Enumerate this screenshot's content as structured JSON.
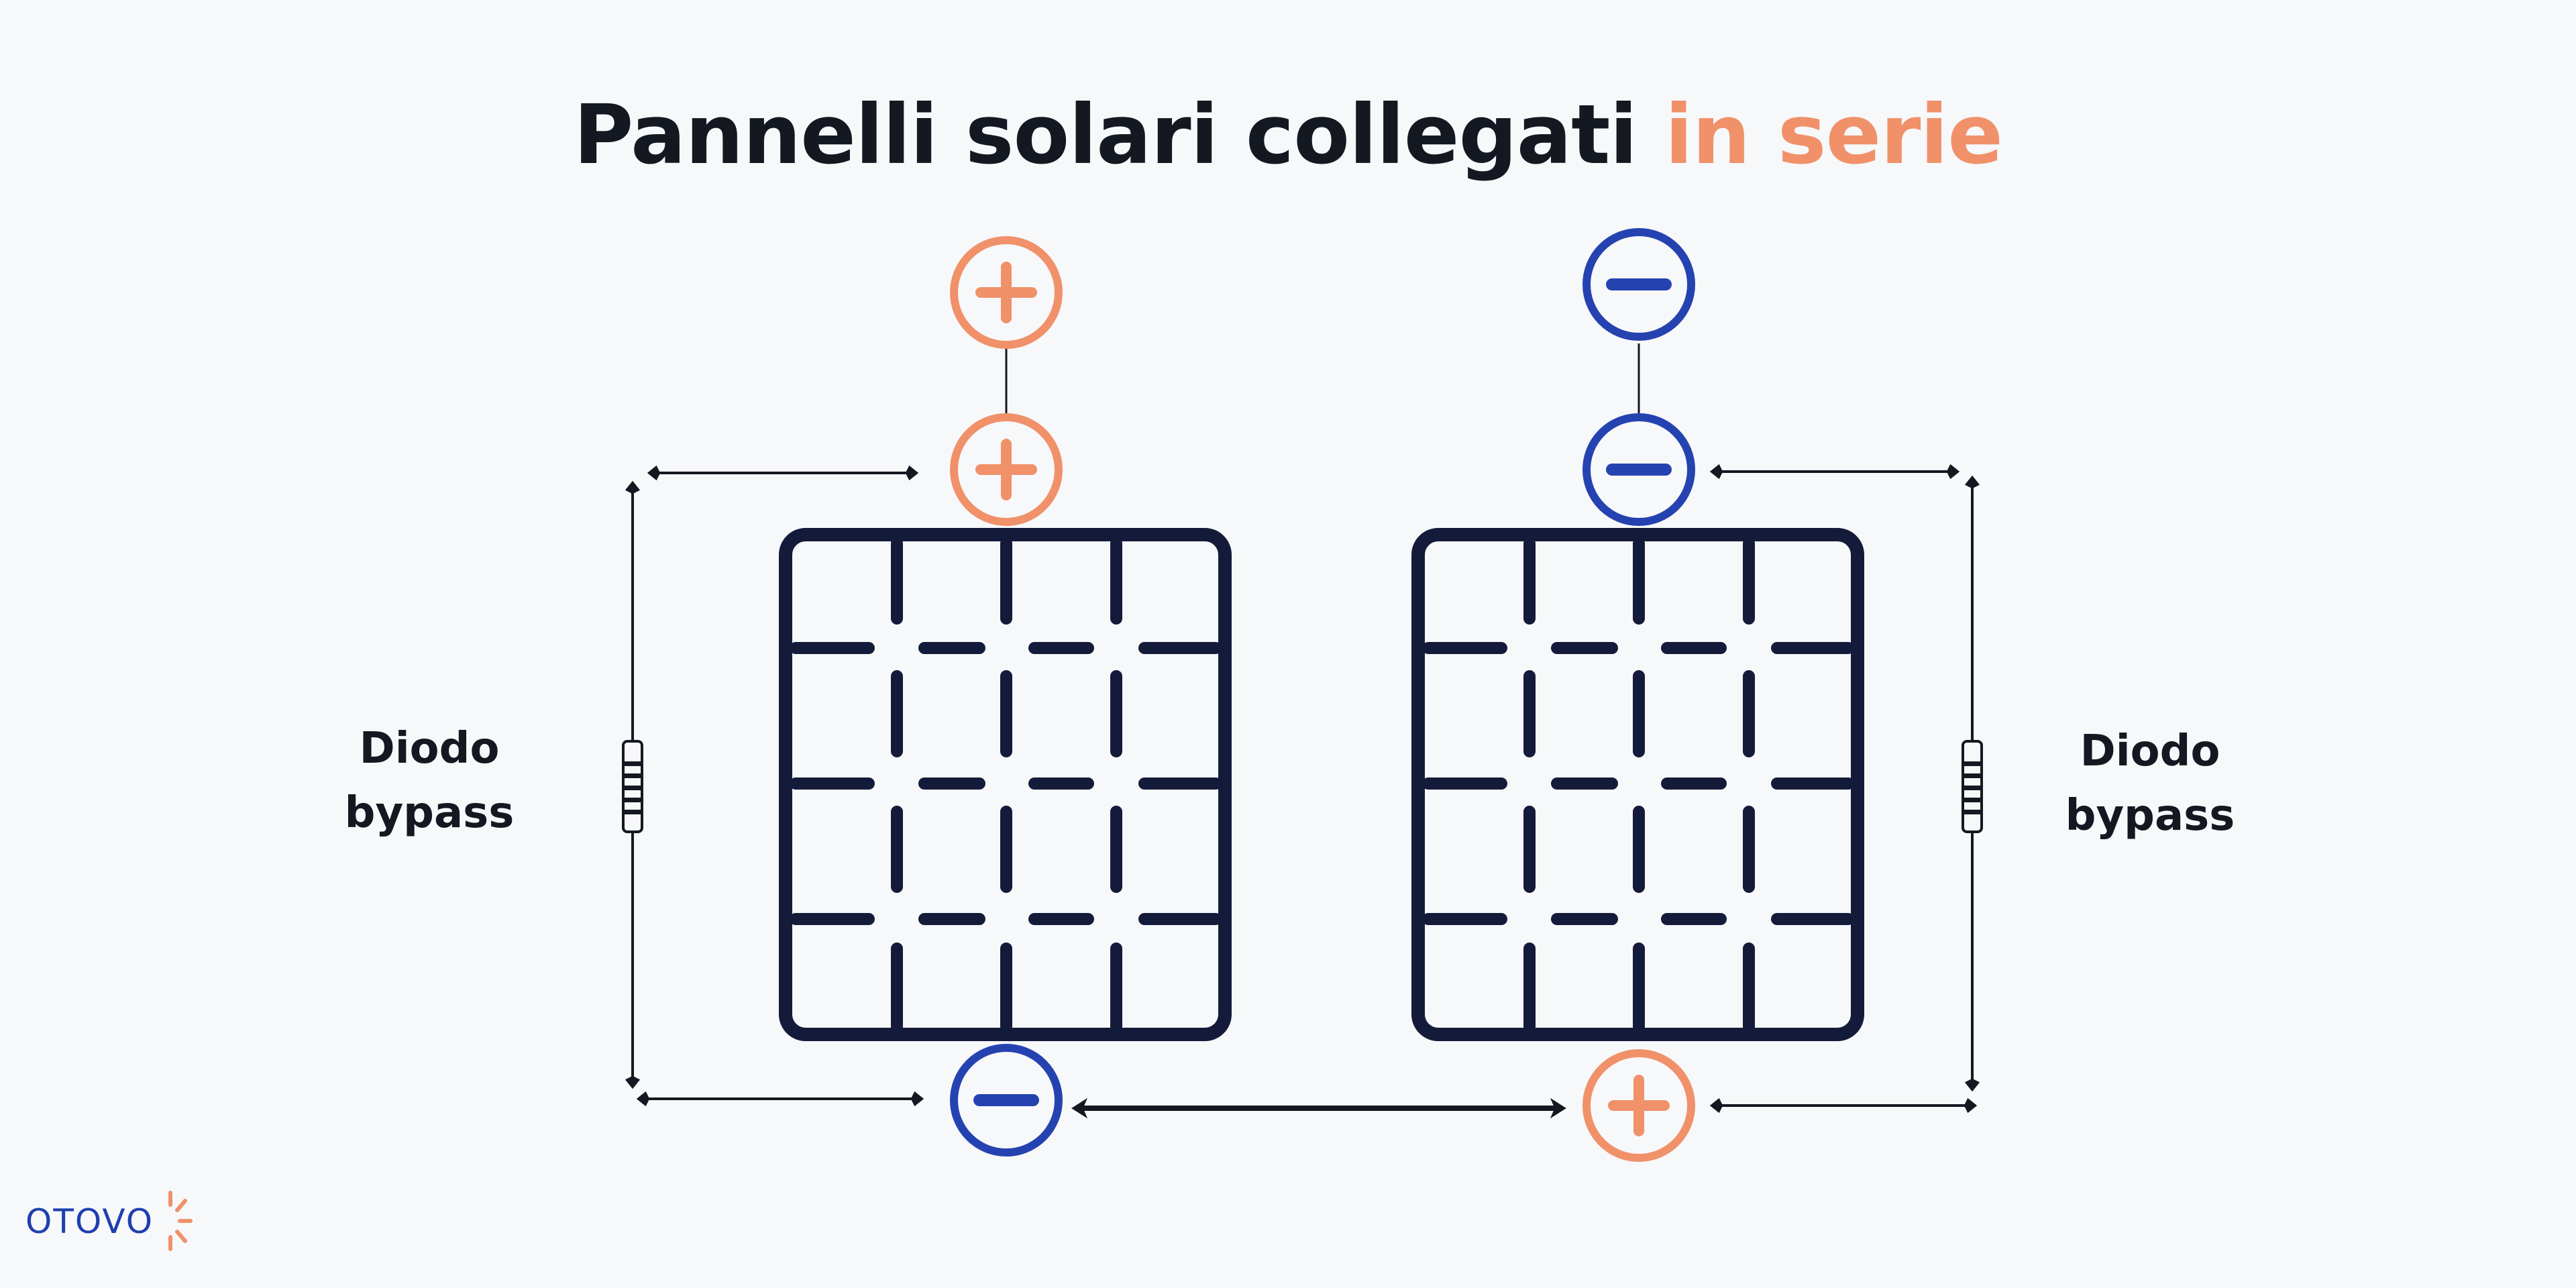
{
  "title": {
    "text": "Pannelli solari collegati",
    "highlight": "in serie"
  },
  "labels": {
    "left": {
      "line1": "Diodo",
      "line2": "bypass"
    },
    "right": {
      "line1": "Diodo",
      "line2": "bypass"
    }
  },
  "terminals": {
    "positive_symbol": "+",
    "negative_symbol": "−"
  },
  "brand": {
    "name": "OTOVO"
  },
  "colors": {
    "background": "#f7f8fa",
    "text": "#141821",
    "accent_positive": "#f0916a",
    "accent_negative": "#2543b0",
    "panel_stroke": "#141b3a",
    "brand": "#1f3fae"
  }
}
